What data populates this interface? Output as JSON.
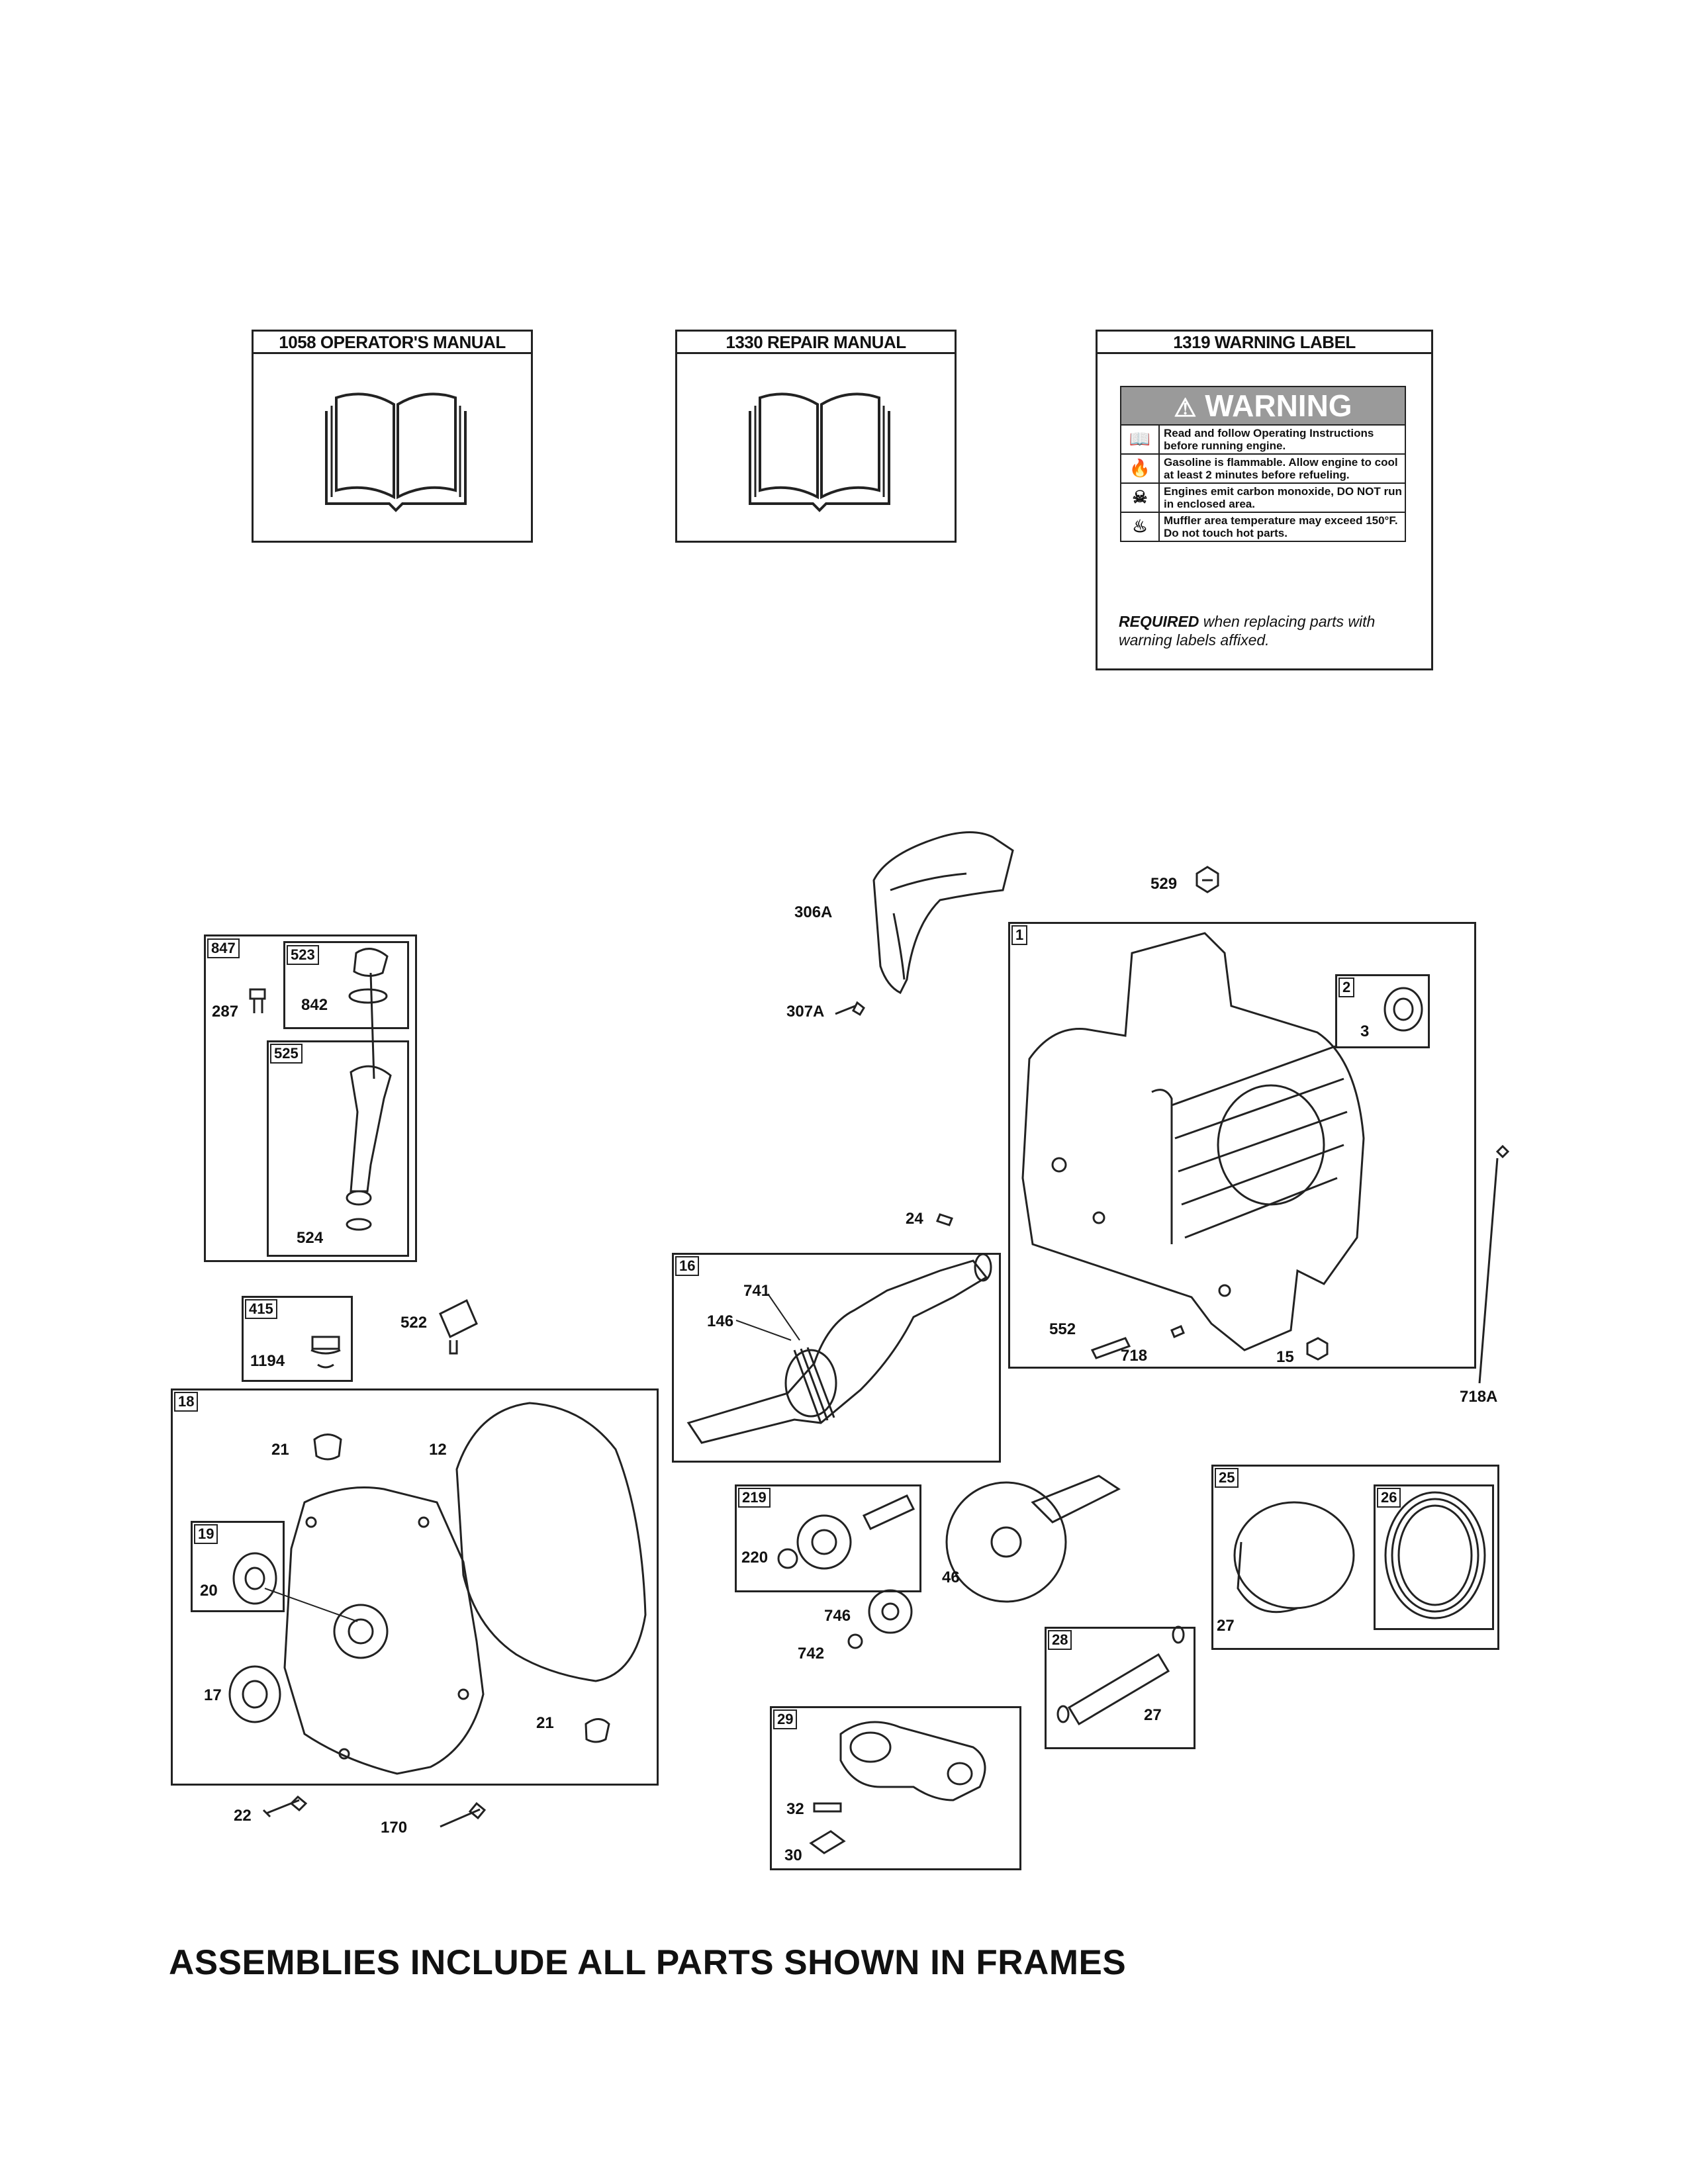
{
  "manuals": {
    "operator": "1058 OPERATOR'S MANUAL",
    "repair": "1330 REPAIR MANUAL",
    "warning_title": "1319 WARNING LABEL"
  },
  "warning_label": {
    "heading": "WARNING",
    "lines": [
      "Read and follow Operating Instructions before running engine.",
      "Gasoline is flammable. Allow engine to cool at least 2 minutes before refueling.",
      "Engines emit carbon monoxide, DO NOT run in enclosed area.",
      "Muffler area temperature may exceed 150°F. Do not touch hot parts."
    ],
    "required_bold": "REQUIRED",
    "required_rest": " when replacing parts with warning labels affixed."
  },
  "parts": {
    "p306A": "306A",
    "p307A": "307A",
    "p529": "529",
    "p1": "1",
    "p2": "2",
    "p3": "3",
    "p847": "847",
    "p523": "523",
    "p287": "287",
    "p842": "842",
    "p525": "525",
    "p524": "524",
    "p24": "24",
    "p16": "16",
    "p741": "741",
    "p146": "146",
    "p552": "552",
    "p718": "718",
    "p15": "15",
    "p718A": "718A",
    "p415": "415",
    "p1194": "1194",
    "p522": "522",
    "p18": "18",
    "p21a": "21",
    "p12": "12",
    "p19": "19",
    "p20": "20",
    "p17": "17",
    "p21b": "21",
    "p22": "22",
    "p170": "170",
    "p219": "219",
    "p220": "220",
    "p46": "46",
    "p746": "746",
    "p742": "742",
    "p25": "25",
    "p26": "26",
    "p27a": "27",
    "p28": "28",
    "p27b": "27",
    "p29": "29",
    "p32": "32",
    "p30": "30"
  },
  "footer": "ASSEMBLIES INCLUDE ALL PARTS SHOWN IN FRAMES"
}
